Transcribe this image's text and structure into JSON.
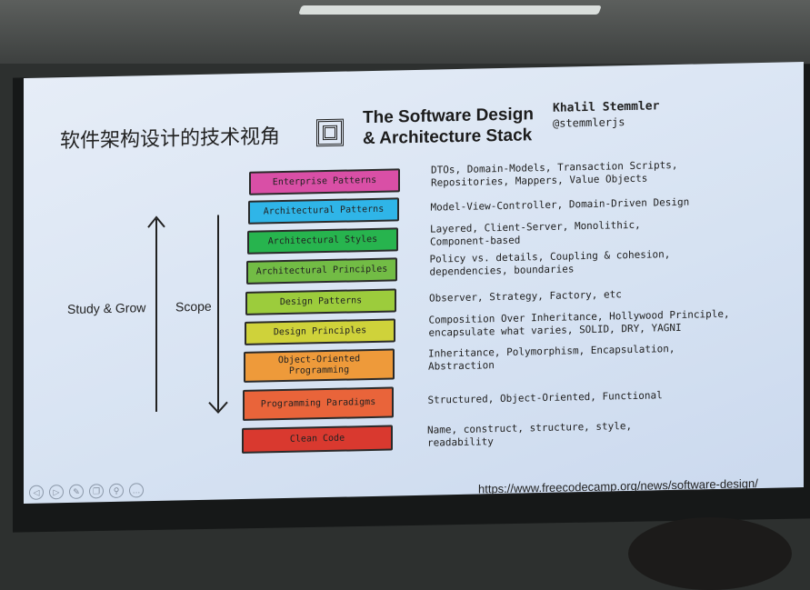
{
  "slide": {
    "title_zh": "软件架构设计的技术视角",
    "title_line1": "The Software Design",
    "title_line2": "& Architecture Stack",
    "author": "Khalil Stemmler",
    "handle": "@stemmlerjs",
    "study_label": "Study & Grow",
    "scope_label": "Scope",
    "url": "https://www.freecodecamp.org/news/software-design/",
    "layers": [
      {
        "label": "Enterprise Patterns",
        "color": "#d94fa6",
        "desc1": "DTOs, Domain-Models, Transaction Scripts,",
        "desc2": "Repositories, Mappers, Value Objects"
      },
      {
        "label": "Architectural Patterns",
        "color": "#2fb5e8",
        "desc1": "Model-View-Controller, Domain-Driven Design",
        "desc2": ""
      },
      {
        "label": "Architectural Styles",
        "color": "#27b44e",
        "desc1": "Layered, Client-Server, Monolithic,",
        "desc2": "Component-based"
      },
      {
        "label": "Architectural Principles",
        "color": "#72bc45",
        "desc1": "Policy vs. details, Coupling & cohesion,",
        "desc2": "dependencies, boundaries"
      },
      {
        "label": "Design Patterns",
        "color": "#9ccc3c",
        "desc1": "Observer, Strategy, Factory, etc",
        "desc2": ""
      },
      {
        "label": "Design Principles",
        "color": "#cfd23a",
        "desc1": "Composition Over Inheritance, Hollywood Principle,",
        "desc2": "encapsulate what varies, SOLID, DRY, YAGNI"
      },
      {
        "label": "Object-Oriented Programming",
        "color": "#ee9a3a",
        "desc1": "Inheritance, Polymorphism, Encapsulation,",
        "desc2": "Abstraction"
      },
      {
        "label": "Programming Paradigms",
        "color": "#e9643a",
        "desc1": "Structured, Object-Oriented, Functional",
        "desc2": ""
      },
      {
        "label": "Clean Code",
        "color": "#d9392f",
        "desc1": "Name, construct, structure, style,",
        "desc2": "readability"
      }
    ],
    "controls": [
      "previous",
      "next",
      "pen",
      "pages",
      "zoom",
      "more"
    ]
  }
}
